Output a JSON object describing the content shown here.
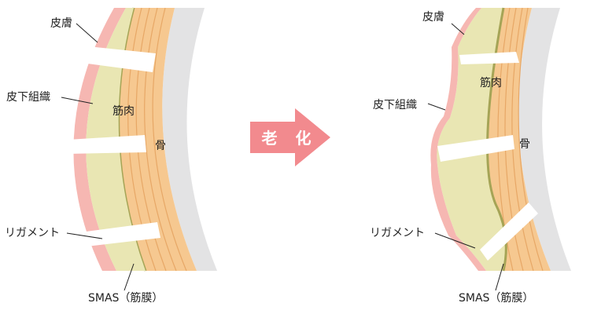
{
  "before": {
    "skin_label": "皮膚",
    "subcutaneous_label": "皮下組織",
    "muscle_label": "筋肉",
    "bone_label": "骨",
    "ligament_label": "リガメント",
    "smas_label": "SMAS（筋膜）"
  },
  "arrow": {
    "label": "老 化"
  },
  "after": {
    "skin_label": "皮膚",
    "subcutaneous_label": "皮下組織",
    "muscle_label": "筋肉",
    "bone_label": "骨",
    "ligament_label": "リガメント",
    "smas_label": "SMAS（筋膜）"
  },
  "colors": {
    "skin": "#f6b7b2",
    "fat": "#e9e6b3",
    "muscle": "#f6c890",
    "muscle_line": "#e7a766",
    "smas": "#a5a456",
    "bone": "#e3e3e4",
    "arrow": "#f28a8e"
  }
}
